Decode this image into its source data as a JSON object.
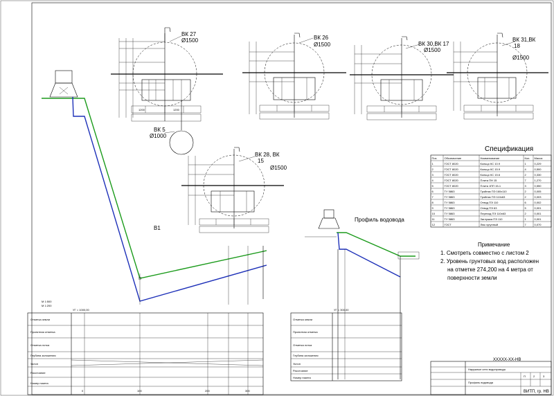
{
  "wells": {
    "vk27": {
      "name": "ВК 27",
      "diam": "Ø1500"
    },
    "vk26": {
      "name": "ВК 26",
      "diam": "Ø1500"
    },
    "vk30": {
      "name": "ВК 30,ВК 17",
      "diam": "Ø1500"
    },
    "vk31": {
      "name": "ВК 31,ВК",
      "suffix": "18",
      "diam": "Ø1500"
    },
    "vk28": {
      "name": "ВК 28, ВК",
      "suffix": "15",
      "diam": "Ø1500"
    },
    "vk5": {
      "name": "ВК 5",
      "diam": "Ø1000"
    }
  },
  "spec": {
    "title": "Спецификация",
    "headers": [
      "Поз.",
      "Обозначение",
      "Наименование",
      "Кол.",
      "Масса"
    ],
    "rows": [
      [
        "1",
        "ГОСТ 8020",
        "Кольцо КС 10.9",
        "1",
        "0,229"
      ],
      [
        "2",
        "ГОСТ 8020",
        "Кольцо КС 15.9",
        "4",
        "0,500"
      ],
      [
        "3",
        "ГОСТ 8020",
        "Кольцо КС 15.6",
        "2",
        "0,330"
      ],
      [
        "4",
        "ГОСТ 8020",
        "Плита ПН 15",
        "7",
        "1,270"
      ],
      [
        "5",
        "ГОСТ 8020",
        "Плита 1ПП 15-1",
        "3",
        "0,550"
      ],
      [
        "6",
        "ТУ 5863",
        "Тройник ПЭ 160х110",
        "2",
        "0,005"
      ],
      [
        "7",
        "ТУ 5863",
        "Тройник ПЭ 110х63",
        "2",
        "0,003"
      ],
      [
        "8",
        "ТУ 5863",
        "Отвод ПЭ 110",
        "6",
        "0,002"
      ],
      [
        "9",
        "ТУ 5863",
        "Отвод ПЭ 63",
        "5",
        "0,001"
      ],
      [
        "10",
        "ТУ 5863",
        "Переход ПЭ 110х63",
        "2",
        "0,001"
      ],
      [
        "11",
        "ТУ 5863",
        "Заглушка ПЭ 110",
        "1",
        "0,001"
      ],
      [
        "12",
        "ГОСТ",
        "Люк чугунный",
        "7",
        "0,070"
      ]
    ]
  },
  "profile": {
    "title": "Профиль водовода",
    "label": "В1",
    "scale_h": "М 1:500",
    "scale_v": "М 1:200",
    "ref_left": "УГ = 1000,00",
    "ref_right": "УГ = 300,00",
    "rows": [
      "Отметка земли",
      "Проектная отметка",
      "Отметка лотка",
      "Глубина заложения",
      "Уклон",
      "Расстояние",
      "Номер пикета"
    ],
    "dims": [
      "0",
      "100",
      "200",
      "300"
    ]
  },
  "notes": {
    "title": "Примечание",
    "lines": [
      "1. Смотреть совместно с листом 2",
      "2. Уровень грунтовых вод расположен",
      "на отметке 274,200 на 4 метра от",
      "поверхности земли"
    ]
  },
  "stamp": {
    "code": "ХХХХХ-ХХ-НВ",
    "org": "Наружные сети водопровода",
    "sheet_title": "Профиль водовода",
    "stage": "П",
    "sheet": "2",
    "sheets": "3",
    "company": "ВИТП, гр. НВ"
  }
}
